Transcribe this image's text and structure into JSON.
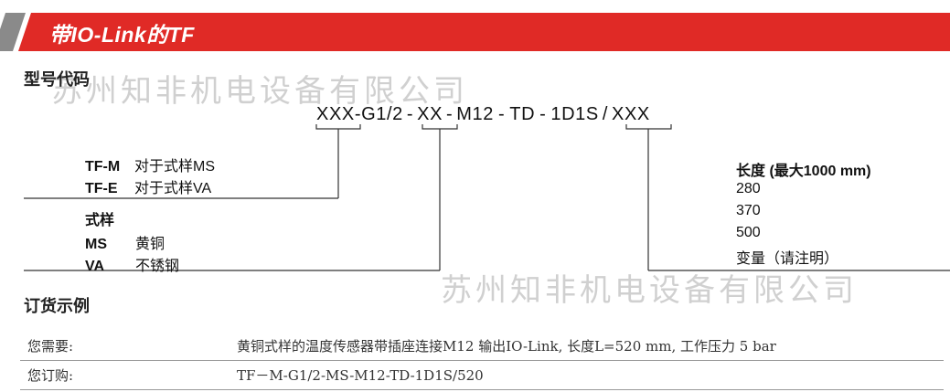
{
  "banner": {
    "title": "带IO-Link的TF"
  },
  "model_code": {
    "heading": "型号代码",
    "parts": [
      "XXX",
      "-",
      "G1/2",
      "-",
      "XX",
      "-",
      "M12",
      "-",
      "TD",
      "-",
      "1D1S",
      "/",
      "XXX"
    ]
  },
  "type_options": [
    {
      "code": "TF-M",
      "desc": "对于式样MS"
    },
    {
      "code": "TF-E",
      "desc": "对于式样VA"
    }
  ],
  "style": {
    "heading": "式样",
    "options": [
      {
        "code": "MS",
        "desc": "黄铜"
      },
      {
        "code": "VA",
        "desc": "不锈钢"
      }
    ]
  },
  "length": {
    "heading": "长度 (最大1000 mm)",
    "values": [
      "280",
      "370",
      "500",
      "变量（请注明）"
    ]
  },
  "order_example": {
    "heading": "订货示例",
    "rows": [
      {
        "label": "您需要:",
        "value": "黄铜式样的温度传感器带插座连接M12 输出IO-Link, 长度L=520 mm, 工作压力 5 bar"
      },
      {
        "label": "您订购:",
        "value": "TF－M-G1/2-MS-M12-TD-1D1S/520"
      }
    ]
  },
  "watermark": "苏州知非机电设备有限公司",
  "colors": {
    "banner_red": "#e02a26",
    "banner_grey": "#8a8a8a"
  }
}
